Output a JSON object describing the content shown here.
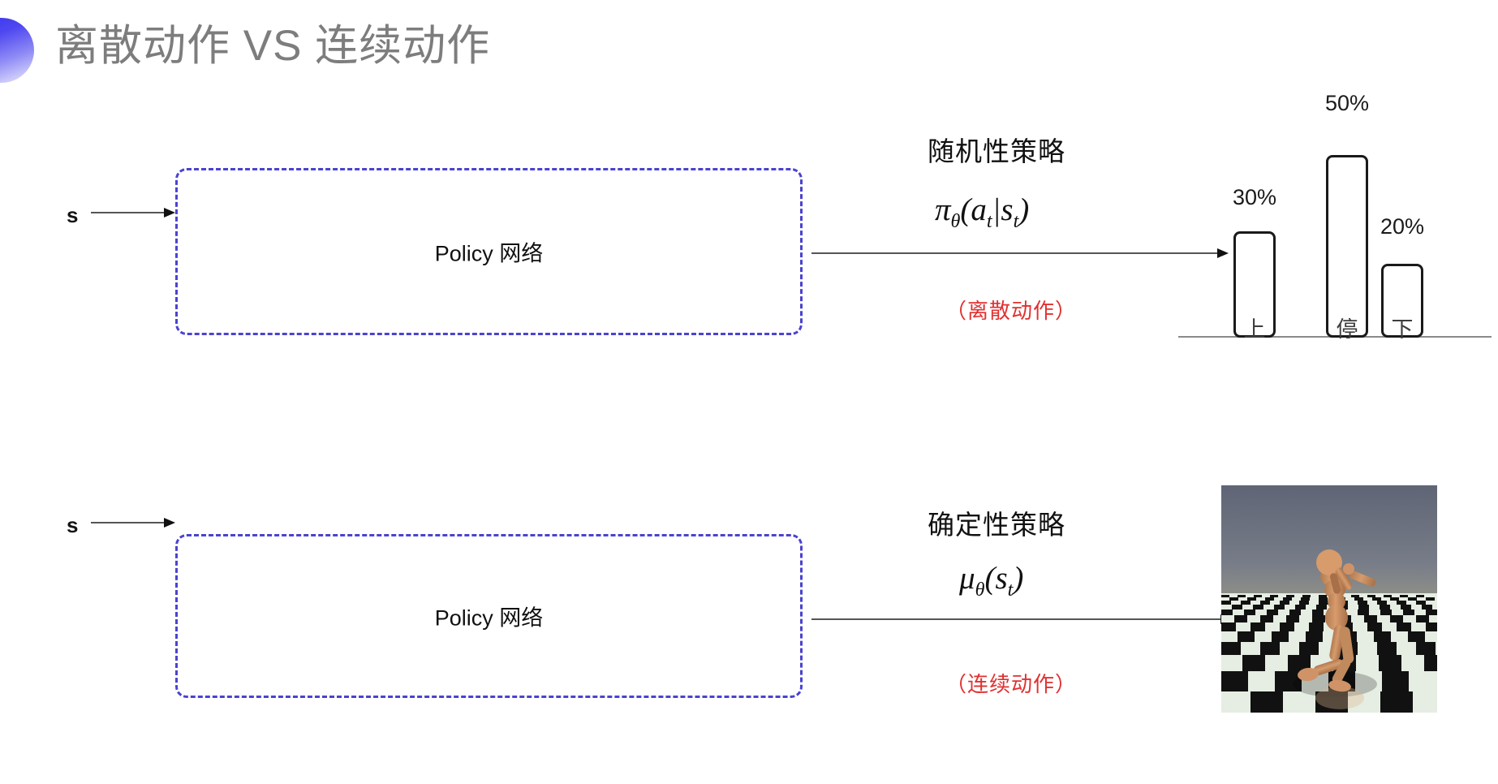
{
  "slide": {
    "title": "离散动作 VS 连续动作",
    "background_color": "#ffffff",
    "title_color": "#7d7d7d",
    "decoration_color": "#3b35ef"
  },
  "rows": [
    {
      "state_label": "s",
      "box_label": "Policy 网络",
      "box_border_color": "#4a43cf",
      "annotation_title": "随机性策略",
      "formula": "π_θ(a_t|s_t)",
      "formula_parts": {
        "base": "π",
        "base_sub": "θ",
        "open": "(",
        "arg1": "a",
        "arg1_sub": "t",
        "bar": "|",
        "arg2": "s",
        "arg2_sub": "t",
        "close": ")"
      },
      "note": "（离散动作）",
      "note_color": "#e03131",
      "output_kind": "bar-chart"
    },
    {
      "state_label": "s",
      "box_label": "Policy 网络",
      "box_border_color": "#4a43cf",
      "annotation_title": "确定性策略",
      "formula": "μ_θ(s_t)",
      "formula_parts": {
        "base": "μ",
        "base_sub": "θ",
        "open": "(",
        "arg1": "s",
        "arg1_sub": "t",
        "close": ")"
      },
      "note": "（连续动作）",
      "note_color": "#e03131",
      "output_kind": "humanoid-image"
    }
  ],
  "chart_data": {
    "type": "bar",
    "title": "",
    "categories": [
      "上",
      "停",
      "下"
    ],
    "values": [
      30,
      50,
      20
    ],
    "value_labels": [
      "30%",
      "50%",
      "20%"
    ],
    "xlabel": "",
    "ylabel": "",
    "ylim": [
      0,
      55
    ],
    "grid": false,
    "legend": "none",
    "bar_fill": "#ffffff",
    "bar_stroke": "#1a1a1a",
    "axis_color": "#8a8a8a"
  },
  "humanoid": {
    "description": "MuJoCo humanoid running on checkerboard floor",
    "sky_color": "#6b7080",
    "floor_light": "#e8efe4",
    "floor_dark": "#111111",
    "body_color": "#c98e63"
  }
}
